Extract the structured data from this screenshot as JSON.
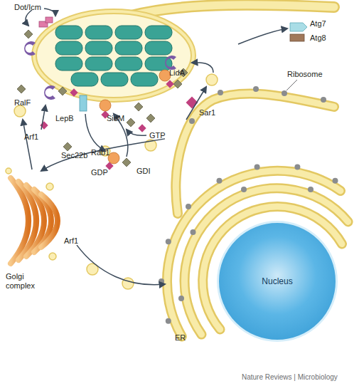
{
  "diagram": {
    "nodes": [
      {
        "text": [
          "Golgi complex"
        ]
      },
      {
        "text": [
          "ER"
        ]
      },
      {
        "text": [
          "Nucleus"
        ],
        "in": 1
      }
    ],
    "edges": [
      {
        "from": 1,
        "to": 0,
        "arrow": "to",
        "label": "Sec22b"
      },
      {
        "from": 0,
        "to": 1,
        "arrow": "to",
        "label": "Arf1"
      }
    ],
    "labels": [
      "Dot/Icm",
      "Atg7",
      "Atg8",
      "LidA",
      "RalF",
      "LepB",
      "SidM",
      "Arf1",
      "GTP",
      "Rab1",
      "GDP",
      "GDI",
      "Ribosome",
      "Sar1",
      "Nature Reviews | Microbiology"
    ]
  }
}
